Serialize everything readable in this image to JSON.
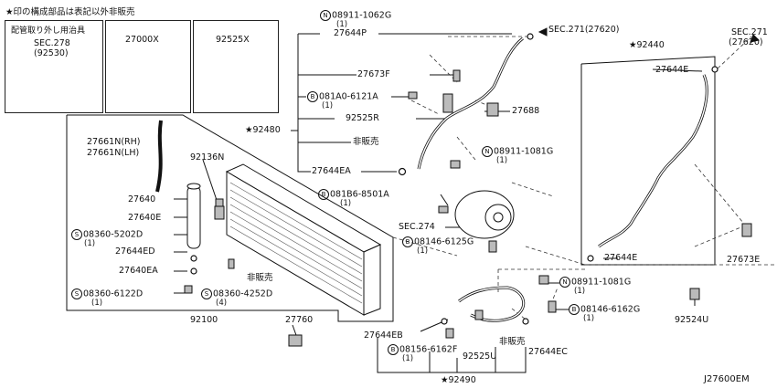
{
  "note": "★印の構成部品は表記以外非販売",
  "tool_box": {
    "title": "配管取り外し用治具",
    "sec": "SEC.278",
    "sec_sub": "(92530)"
  },
  "box_27000x": "27000X",
  "box_92525x": "92525X",
  "sec_271_a": "SEC.271(27620)",
  "sec_271_b": {
    "line1": "SEC.271",
    "line2": "(27620)"
  },
  "assembly_92440": "★92440",
  "assembly_92480": "★92480",
  "assembly_92490": "★92490",
  "not_sold": "非販売",
  "parts": {
    "p08911_1062g": {
      "prefix": "N",
      "code": "08911-1062G",
      "qty": "(1)"
    },
    "p27644p": "27644P",
    "p27673f": "27673F",
    "p081a0_6121a": {
      "prefix": "B",
      "code": "081A0-6121A",
      "qty": "(1)"
    },
    "p92525r": "92525R",
    "p27688": "27688",
    "p08911_1081g_top": {
      "prefix": "N",
      "code": "08911-1081G",
      "qty": "(1)"
    },
    "p27644ea": "27644EA",
    "p081b6_8501a": {
      "prefix": "B",
      "code": "081B6-8501A",
      "qty": "(1)"
    },
    "sec274": "SEC.274",
    "p08146_6125g": {
      "prefix": "B",
      "code": "08146-6125G",
      "qty": "(1)"
    },
    "p27644e_top": "27644E",
    "p27644e_bottom": "27644E",
    "p27673e": "27673E",
    "p27661n_rh": "27661N(RH)",
    "p27661n_lh": "27661N(LH)",
    "p92136n": "92136N",
    "p27640": "27640",
    "p27640e": "27640E",
    "p08360_5202d": {
      "prefix": "S",
      "code": "08360-5202D",
      "qty": "(1)"
    },
    "p27644ed": "27644ED",
    "p27640ea": "27640EA",
    "p08360_6122d": {
      "prefix": "S",
      "code": "08360-6122D",
      "qty": "(1)"
    },
    "p08360_4252d": {
      "prefix": "S",
      "code": "08360-4252D",
      "qty": "(4)"
    },
    "p92100": "92100",
    "p27760": "27760",
    "p08911_1081g_bottom": {
      "prefix": "N",
      "code": "08911-1081G",
      "qty": "(1)"
    },
    "p08146_6162g": {
      "prefix": "B",
      "code": "08146-6162G",
      "qty": "(1)"
    },
    "p92524u": "92524U",
    "p27644eb": "27644EB",
    "p08156_6162f": {
      "prefix": "B",
      "code": "08156-6162F",
      "qty": "(1)"
    },
    "p92525u": "92525U",
    "p27644ec": "27644EC"
  },
  "diagram_code": "J27600EM"
}
